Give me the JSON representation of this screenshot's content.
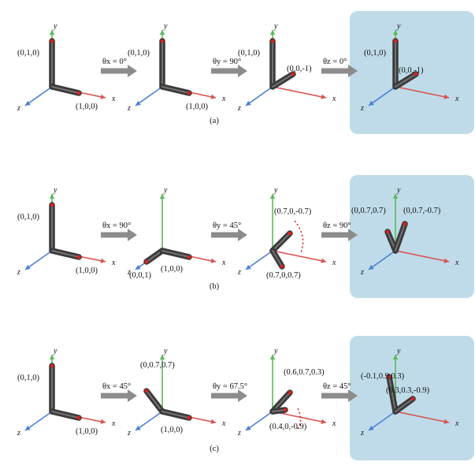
{
  "axis_labels": {
    "x": "x",
    "y": "y",
    "z": "z"
  },
  "colors": {
    "x_axis": "#d9534f",
    "y_axis": "#5cb85c",
    "z_axis": "#4a7fd4",
    "rod": "#3a3a3a",
    "arrow": "#8c8c8c",
    "highlight_panel": "#bfdbe9",
    "dot": "#e0201b",
    "arc": "#e0201b"
  },
  "rows": [
    {
      "caption": "(a)",
      "steps": [
        {
          "rotation": "θx = 0°",
          "angle_deg": 0
        },
        {
          "rotation": "θy = 90°",
          "angle_deg": 90
        },
        {
          "rotation": "θz = 0°",
          "angle_deg": 0
        }
      ],
      "panels": [
        {
          "points": [
            "(0,1,0)",
            "(1,0,0)"
          ]
        },
        {
          "points": [
            "(0,1,0)",
            "(1,0,0)"
          ]
        },
        {
          "points": [
            "(0,1,0)",
            "(0,0,-1)"
          ]
        },
        {
          "points": [
            "(0,1,0)",
            "(0,0,-1)"
          ]
        }
      ]
    },
    {
      "caption": "(b)",
      "steps": [
        {
          "rotation": "θx = 90°",
          "angle_deg": 90
        },
        {
          "rotation": "θy = 45°",
          "angle_deg": 45
        },
        {
          "rotation": "θz = 90°",
          "angle_deg": 90
        }
      ],
      "panels": [
        {
          "points": [
            "(0,1,0)",
            "(1,0,0)"
          ]
        },
        {
          "points": [
            "(0,0,1)",
            "(1,0,0)"
          ]
        },
        {
          "points": [
            "(0.7,0,-0.7)",
            "(0.7,0,0.7)"
          ]
        },
        {
          "points": [
            "(0,0.7,0.7)",
            "(0,0.7,-0.7)"
          ]
        }
      ]
    },
    {
      "caption": "(c)",
      "steps": [
        {
          "rotation": "θx = 45°",
          "angle_deg": 45
        },
        {
          "rotation": "θy = 67.5°",
          "angle_deg": 67.5
        },
        {
          "rotation": "θz = 45°",
          "angle_deg": 45
        }
      ],
      "panels": [
        {
          "points": [
            "(0,1,0)",
            "(1,0,0)"
          ]
        },
        {
          "points": [
            "(0,0.7,0.7)",
            "(1,0,0)"
          ]
        },
        {
          "points": [
            "(0.6,0.7,0.3)",
            "(0.4,0,-0.9)"
          ]
        },
        {
          "points": [
            "(-0.1,0.9,0.3)",
            "(0.3,0.3,-0.9)"
          ]
        }
      ]
    }
  ]
}
